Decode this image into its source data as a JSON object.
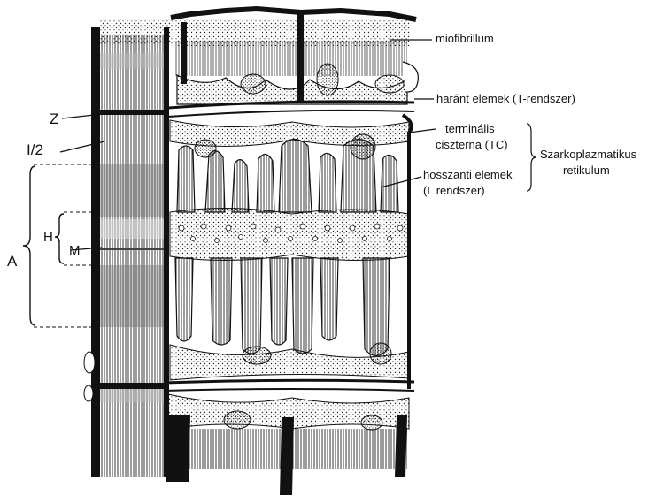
{
  "labels": {
    "miofibrillum": "miofibrillum",
    "harant": "haránt elemek (T-rendszer)",
    "terminalis_1": "terminális",
    "terminalis_2": "ciszterna (TC)",
    "szarko_1": "Szarkoplazmatikus",
    "szarko_2": "retikulum",
    "hosszanti_1": "hosszanti elemek",
    "hosszanti_2": "(L rendszer)",
    "z": "Z",
    "i2": "I/2",
    "h": "H",
    "m": "M",
    "a": "A"
  },
  "colors": {
    "ink": "#111111",
    "paper": "#ffffff",
    "stipple": "#222222"
  }
}
